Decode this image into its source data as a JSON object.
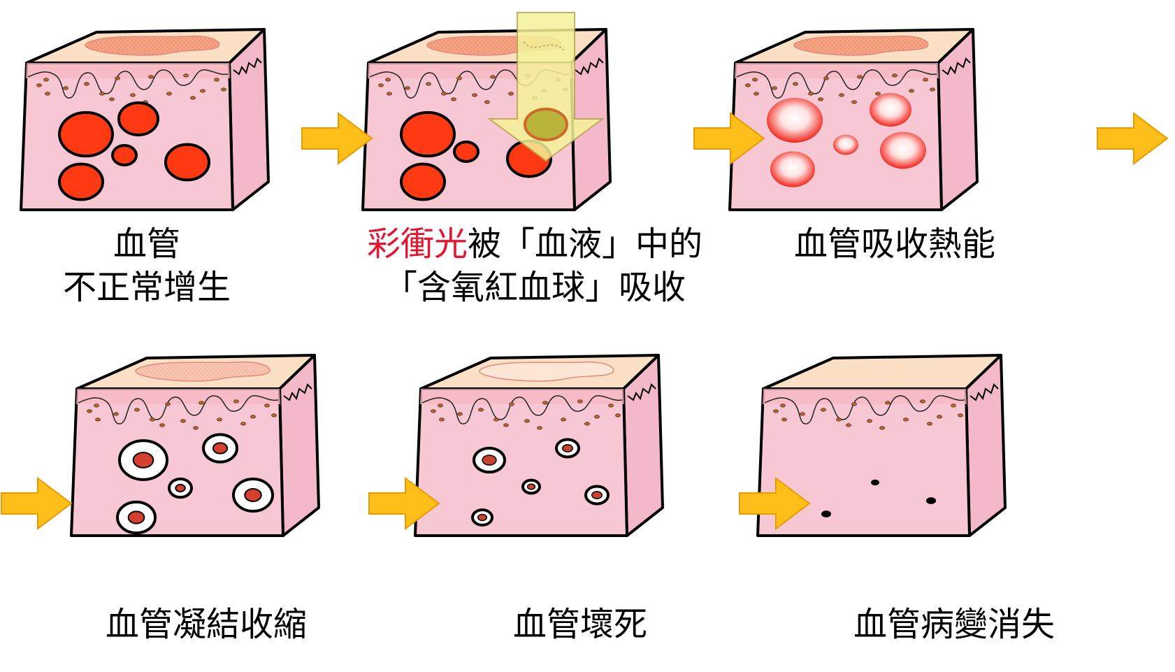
{
  "steps": [
    {
      "label_line1": "血管",
      "label_line2": "不正常增生",
      "vessel_state": "normal"
    },
    {
      "label_highlight": "彩衝光",
      "label_line1_rest": "被「血液」中的",
      "label_line2": "「含氧紅血球」吸收",
      "vessel_state": "absorbing-light"
    },
    {
      "label_line1": "血管吸收熱能",
      "vessel_state": "heated"
    },
    {
      "label_line1": "血管凝結收縮",
      "vessel_state": "coagulated"
    },
    {
      "label_line1": "血管壞死",
      "vessel_state": "necrosis"
    },
    {
      "label_line1": "血管病變消失",
      "vessel_state": "disappeared"
    }
  ],
  "colors": {
    "skin_front": "#f7c8d4",
    "skin_top": "#fbe0c6",
    "vessel_red": "#ff3a12",
    "arrow_fill": "#ffbf1a",
    "highlight_text": "#e8132e",
    "light_beam": "#f5f39a"
  },
  "icons": [
    "right-arrow-icon",
    "down-arrow-light-beam-icon"
  ]
}
